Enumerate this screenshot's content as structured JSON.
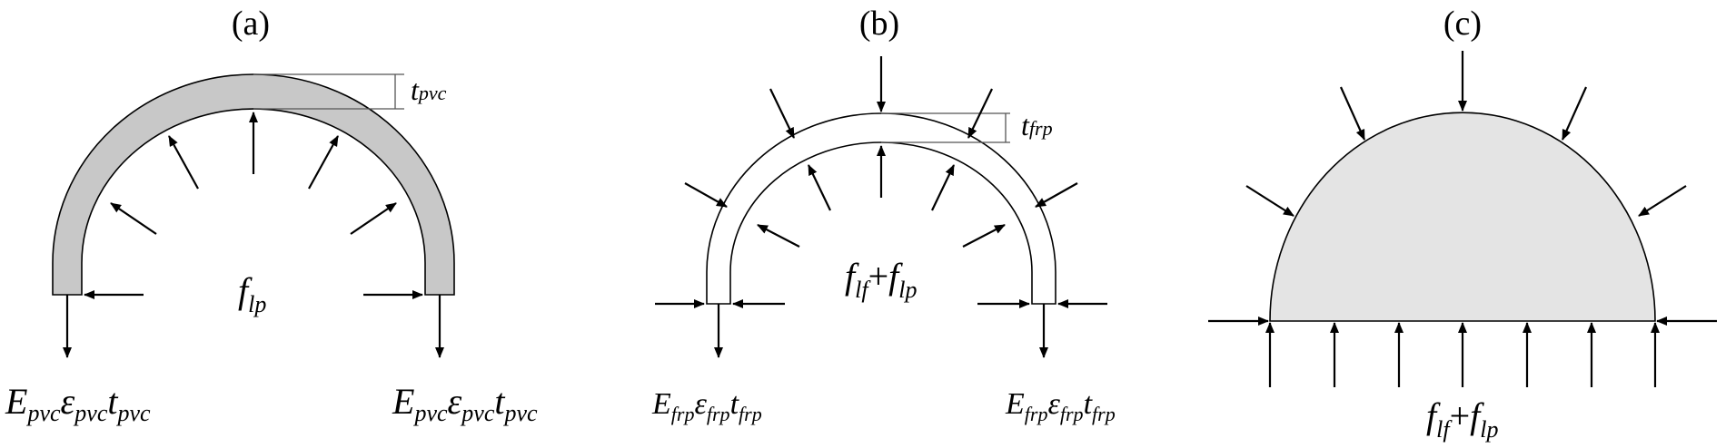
{
  "panels": {
    "a": {
      "label": "(a)",
      "thickness": {
        "sym": "t",
        "sub": "pvc"
      },
      "pressure": {
        "sym": "f",
        "sub": "lp"
      },
      "force_left": {
        "E": "E",
        "Esub": "pvc",
        "eps": "ε",
        "epssub": "pvc",
        "t": "t",
        "tsub": "pvc"
      },
      "force_right": {
        "E": "E",
        "Esub": "pvc",
        "eps": "ε",
        "epssub": "pvc",
        "t": "t",
        "tsub": "pvc"
      }
    },
    "b": {
      "label": "(b)",
      "thickness": {
        "sym": "t",
        "sub": "frp"
      },
      "pressure": {
        "f1": "f",
        "s1": "lf",
        "plus": "+",
        "f2": "f",
        "s2": "lp"
      },
      "force_left": {
        "E": "E",
        "Esub": "frp",
        "eps": "ε",
        "epssub": "frp",
        "t": "t",
        "tsub": "frp"
      },
      "force_right": {
        "E": "E",
        "Esub": "frp",
        "eps": "ε",
        "epssub": "frp",
        "t": "t",
        "tsub": "frp"
      }
    },
    "c": {
      "label": "(c)",
      "pressure": {
        "f1": "f",
        "s1": "lf",
        "plus": "+",
        "f2": "f",
        "s2": "lp"
      }
    }
  },
  "colors": {
    "pvc_fill": "#c8c8c8",
    "core_fill": "#e4e4e4",
    "ink": "#000000"
  }
}
